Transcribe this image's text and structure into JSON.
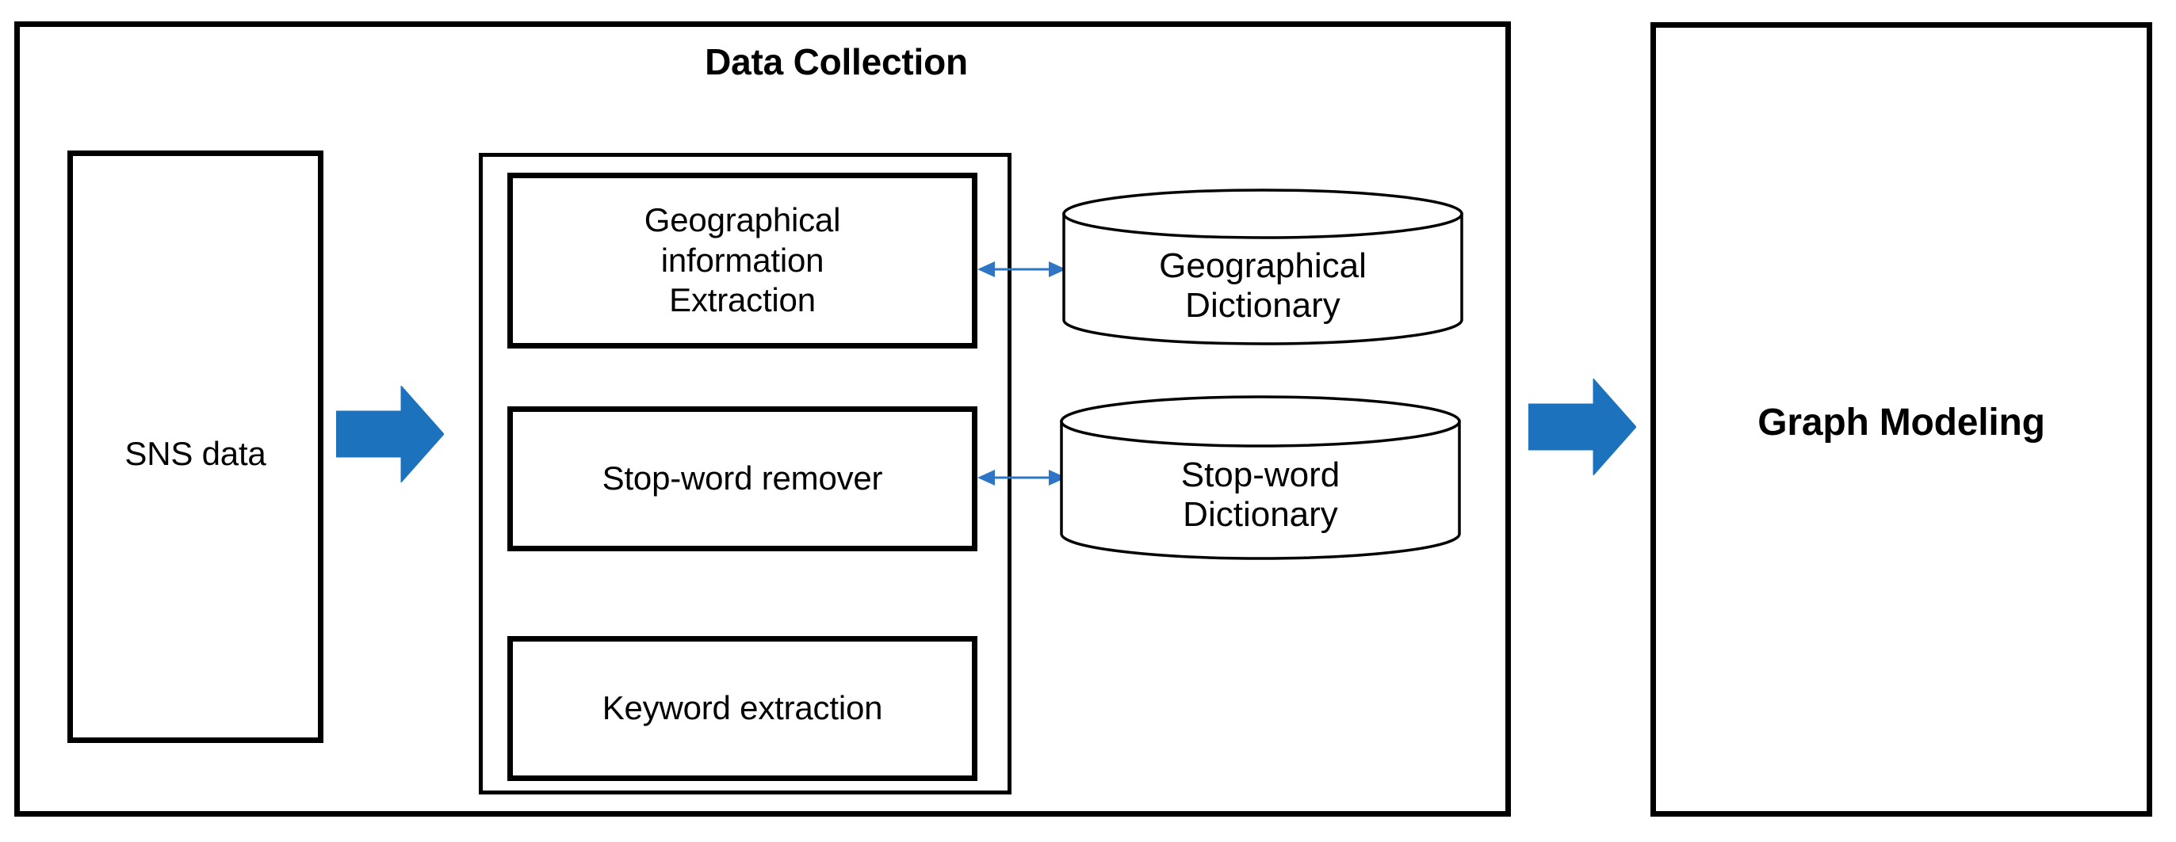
{
  "diagram": {
    "title": "Data Collection",
    "background_color": "#ffffff",
    "line_color": "#000000",
    "accent_blue": "#1C72BD",
    "connector_blue": "#2E75C6"
  },
  "left_panel": {
    "title": "Data Collection",
    "source_node": {
      "label": "SNS data"
    },
    "pipeline": {
      "steps": [
        {
          "label": "Geographical\ninformation\nExtraction"
        },
        {
          "label": "Stop-word remover"
        },
        {
          "label": "Keyword extraction"
        }
      ]
    },
    "datastores": [
      {
        "label": "Geographical\nDictionary"
      },
      {
        "label": "Stop-word\nDictionary"
      }
    ]
  },
  "right_panel": {
    "title": "Graph Modeling"
  },
  "arrows": {
    "sns_to_pipeline": {
      "direction": "right",
      "style": "block"
    },
    "pipeline_to_graph": {
      "direction": "right",
      "style": "block"
    },
    "geo_step_to_geo_dict": {
      "direction": "both",
      "style": "line"
    },
    "stopword_step_to_stopword_dict": {
      "direction": "both",
      "style": "line"
    }
  },
  "icons": {
    "database-cylinder-icon": "cylinder",
    "block-arrow-right-icon": "arrow-right",
    "double-arrow-icon": "double-arrow"
  }
}
